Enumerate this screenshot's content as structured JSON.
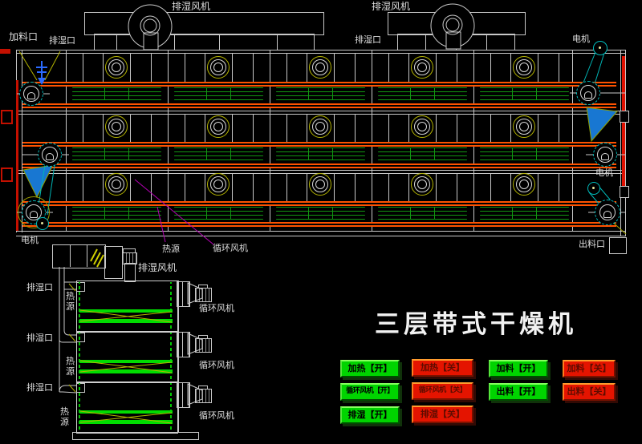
{
  "title": "三层带式干燥机",
  "colors": {
    "background": "#000000",
    "line": "#c8c8c8",
    "belt_orange": "#ff5200",
    "coil_green": "#129612",
    "belt_green": "#00dc00",
    "roller_yellow": "#b4b400",
    "drum_cyan": "#00bcbc",
    "chute_blue": "#1877d2",
    "leader_magenta": "#b400b4",
    "alarm_red": "#d41400",
    "button_on": "#00d400",
    "button_on_text": "#000000",
    "button_off": "#e41400",
    "button_off_text": "#5e0c00"
  },
  "main_view": {
    "labels": {
      "feed_port": "加料口",
      "exhaust_port_left": "排湿口",
      "exhaust_fan_left": "排湿风机",
      "exhaust_fan_right": "排湿风机",
      "exhaust_port_right": "排湿口",
      "motor_top": "电机",
      "motor_mid": "电机",
      "motor_bottom": "电机",
      "heat_source": "热源",
      "circulation_fan": "循环风机",
      "discharge_port": "出料口"
    }
  },
  "side_view": {
    "labels": {
      "exhaust_fan": "排湿风机",
      "exhaust_ports": [
        "排湿口",
        "排湿口",
        "排湿口"
      ],
      "heat_sources": [
        "热源",
        "热源",
        "热源"
      ],
      "circulation_fans": [
        "循环风机",
        "循环风机",
        "循环风机"
      ]
    }
  },
  "control_panel": {
    "buttons": [
      {
        "label": "加热【开】",
        "state": "on"
      },
      {
        "label": "加热【关】",
        "state": "off"
      },
      {
        "label": "加料【开】",
        "state": "on"
      },
      {
        "label": "加料【关】",
        "state": "off"
      },
      {
        "label": "循环风机【开】",
        "state": "on"
      },
      {
        "label": "循环风机【关】",
        "state": "off"
      },
      {
        "label": "出料【开】",
        "state": "on"
      },
      {
        "label": "出料【关】",
        "state": "off"
      },
      {
        "label": "排湿【开】",
        "state": "on"
      },
      {
        "label": "排湿【关】",
        "state": "off"
      }
    ]
  }
}
